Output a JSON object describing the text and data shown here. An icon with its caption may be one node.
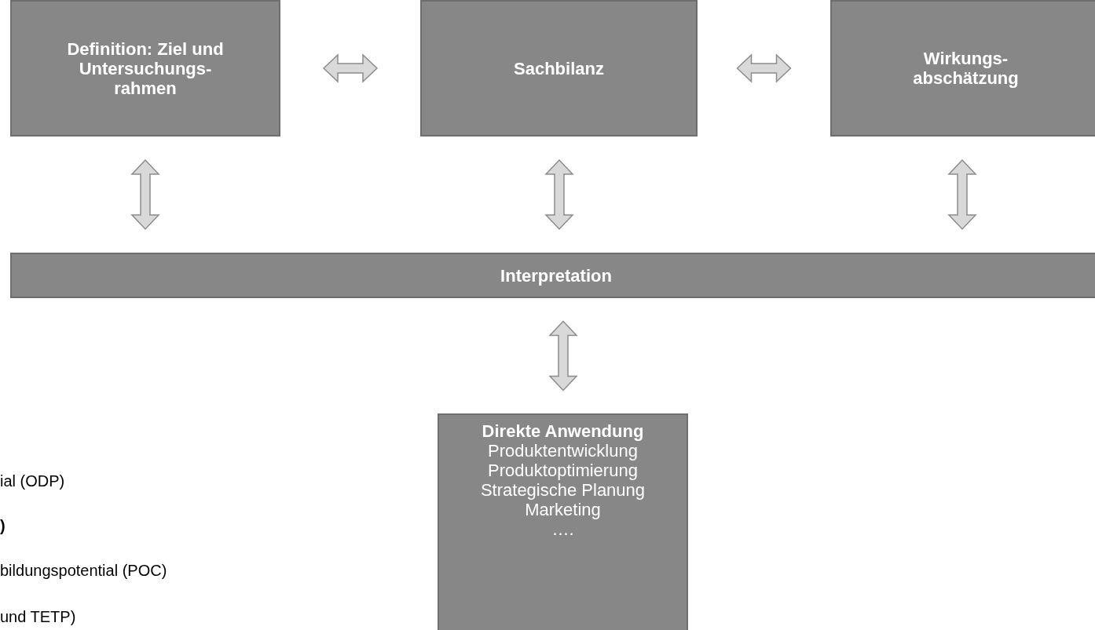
{
  "diagram": {
    "nodes": [
      {
        "text": [
          "Definition: Ziel und Untersuchungs-rahmen"
        ]
      },
      {
        "text": [
          "Sachbilanz"
        ]
      },
      {
        "text": [
          "Wirkungs-abschätzung"
        ]
      },
      {
        "text": [
          "Interpretation"
        ]
      },
      {
        "text": [
          "Direkte Anwendung",
          "Produktentwicklung",
          "Produktoptimierung",
          "Strategische Planung",
          "Marketing",
          "…."
        ]
      }
    ],
    "edges": [
      {
        "from": 0,
        "to": 1,
        "arrow": "both"
      },
      {
        "from": 1,
        "to": 2,
        "arrow": "both"
      },
      {
        "from": 0,
        "to": 3,
        "arrow": "both"
      },
      {
        "from": 1,
        "to": 3,
        "arrow": "both"
      },
      {
        "from": 2,
        "to": 3,
        "arrow": "both"
      },
      {
        "from": 3,
        "to": 4,
        "arrow": "both"
      }
    ],
    "labels": [
      "ial (ODP)",
      ")",
      "bildungspotential (POC)",
      "und TETP)"
    ]
  }
}
